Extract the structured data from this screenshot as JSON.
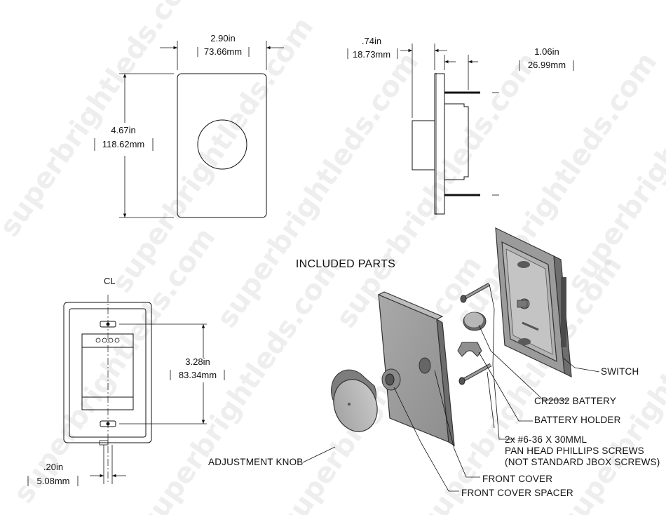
{
  "watermark": "superbrightleds.com",
  "dimensions": {
    "width_in": "2.90in",
    "width_mm": "73.66mm",
    "height_in": "4.67in",
    "height_mm": "118.62mm",
    "depth_in": ".74in",
    "depth_mm": "18.73mm",
    "screw_len_in": "1.06in",
    "screw_len_mm": "26.99mm",
    "hole_in": "3.28in",
    "hole_mm": "83.34mm",
    "offset_in": ".20in",
    "offset_mm": "5.08mm",
    "centerline": "CL"
  },
  "included_parts": {
    "title": "INCLUDED PARTS",
    "switch": "SWITCH",
    "battery": "CR2032 BATTERY",
    "battery_holder": "BATTERY HOLDER",
    "screws_1": "2x #6-36 X 30MML",
    "screws_2": "PAN HEAD PHILLIPS SCREWS",
    "screws_3": "(NOT STANDARD JBOX SCREWS)",
    "knob": "ADJUSTMENT KNOB",
    "front_cover": "FRONT COVER",
    "front_cover_spacer": "FRONT COVER SPACER"
  }
}
